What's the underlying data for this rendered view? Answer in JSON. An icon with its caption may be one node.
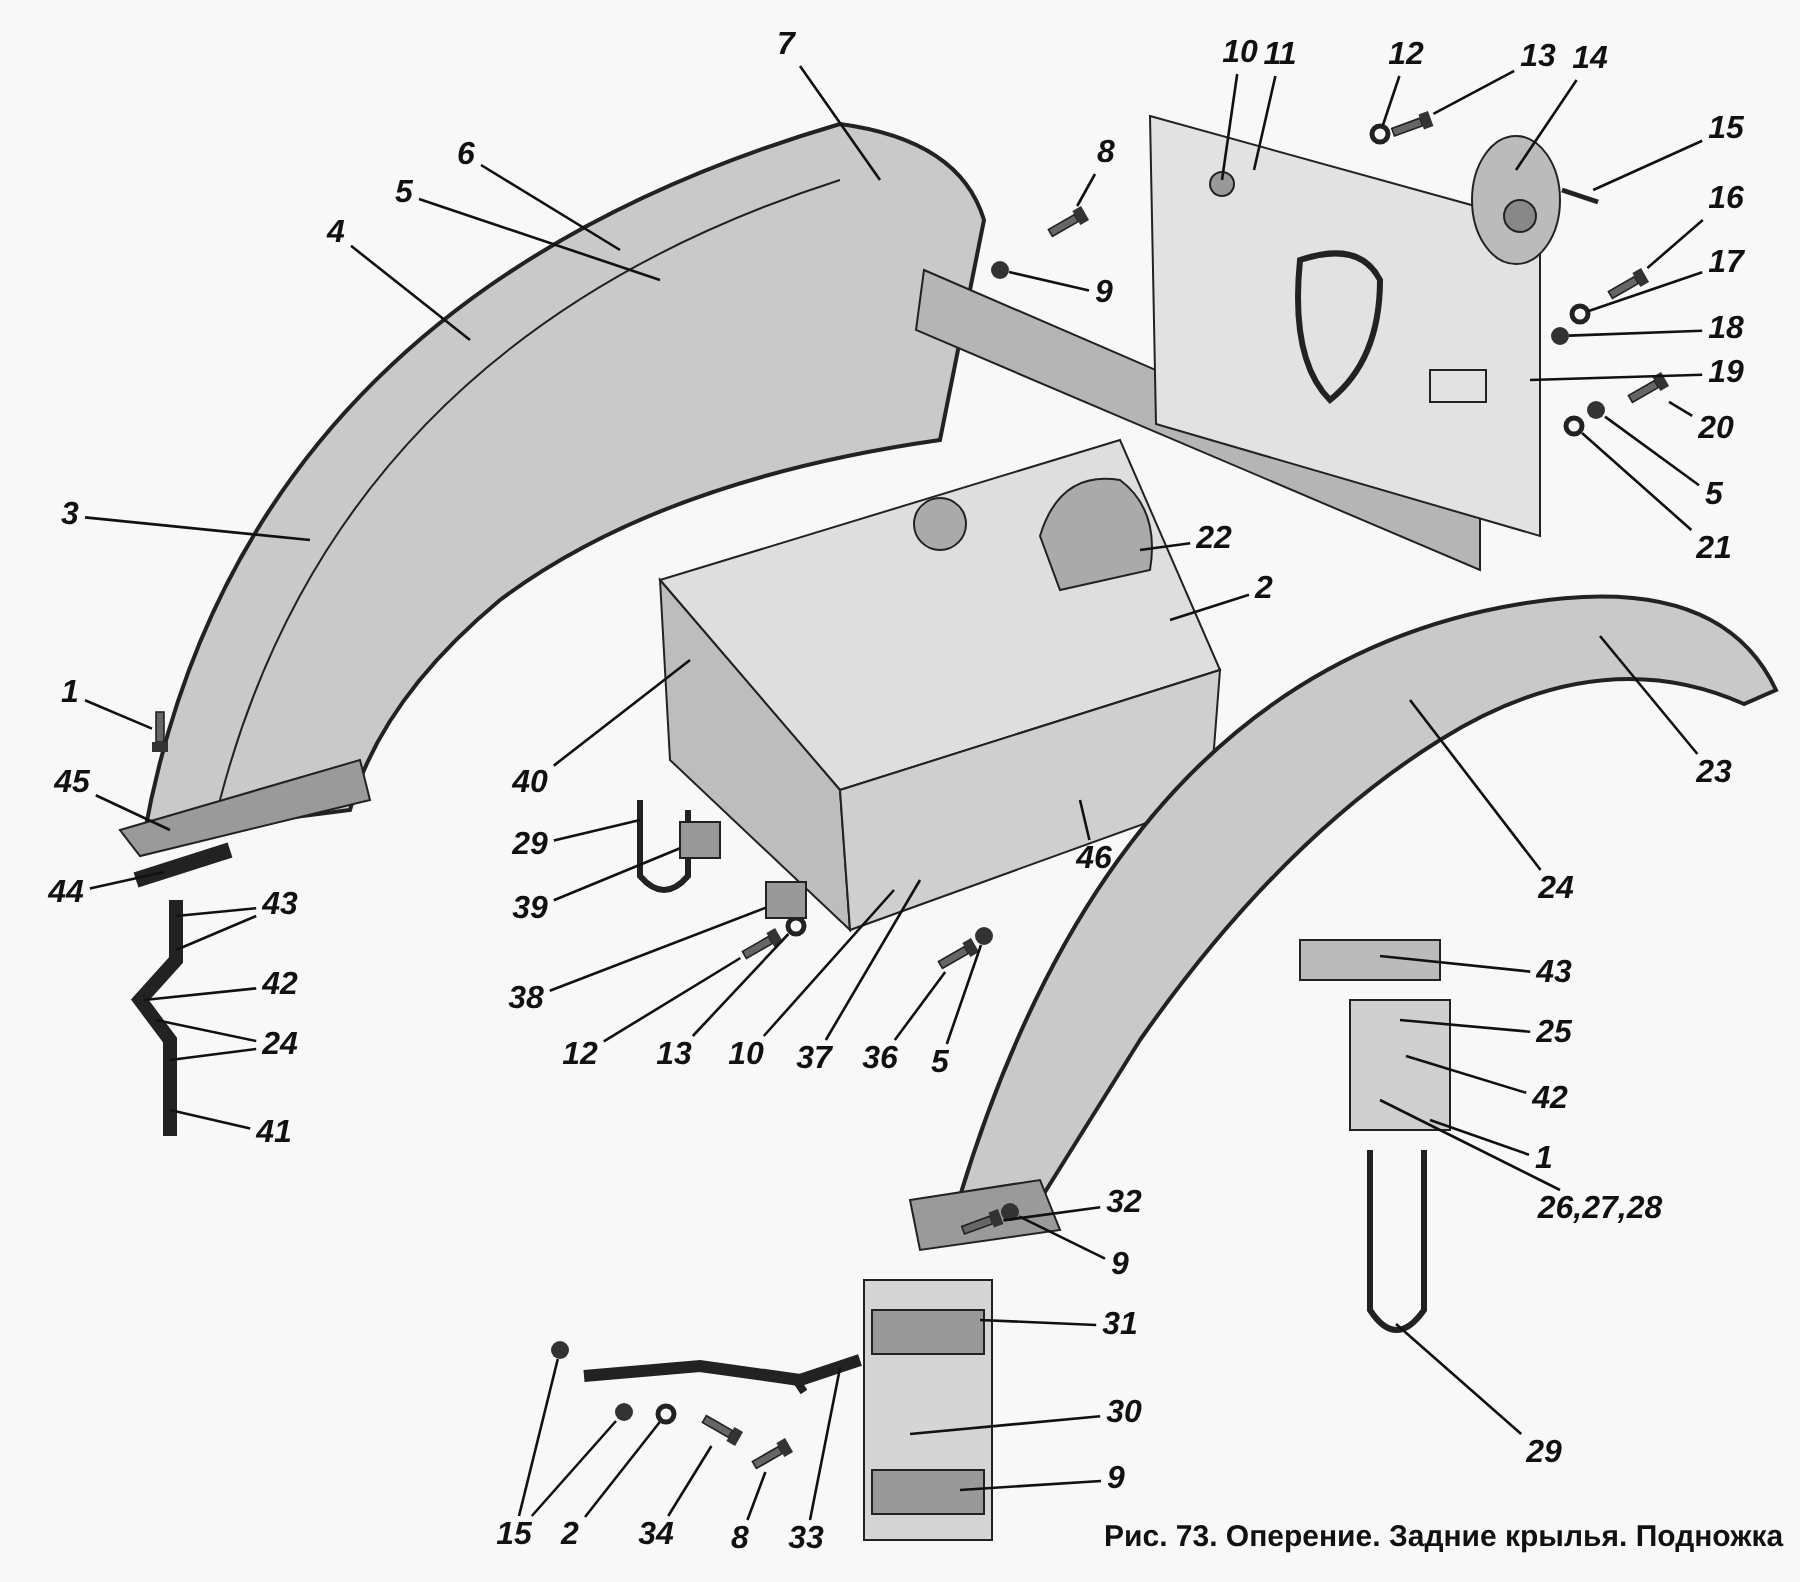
{
  "diagram": {
    "caption": "Рис. 73. Оперение. Задние крылья. Подножка",
    "nodes": [
      {
        "text": [
          "7"
        ]
      },
      {
        "text": [
          "10"
        ]
      },
      {
        "text": [
          "11"
        ]
      },
      {
        "text": [
          "12"
        ]
      },
      {
        "text": [
          "13"
        ]
      },
      {
        "text": [
          "14"
        ]
      },
      {
        "text": [
          "15"
        ]
      },
      {
        "text": [
          "8"
        ]
      },
      {
        "text": [
          "6"
        ]
      },
      {
        "text": [
          "5"
        ]
      },
      {
        "text": [
          "16"
        ]
      },
      {
        "text": [
          "4"
        ]
      },
      {
        "text": [
          "17"
        ]
      },
      {
        "text": [
          "9"
        ]
      },
      {
        "text": [
          "18"
        ]
      },
      {
        "text": [
          "19"
        ]
      },
      {
        "text": [
          "20"
        ]
      },
      {
        "text": [
          "5"
        ]
      },
      {
        "text": [
          "3"
        ]
      },
      {
        "text": [
          "22"
        ]
      },
      {
        "text": [
          "21"
        ]
      },
      {
        "text": [
          "2"
        ]
      },
      {
        "text": [
          "1"
        ]
      },
      {
        "text": [
          "23"
        ]
      },
      {
        "text": [
          "45"
        ]
      },
      {
        "text": [
          "40"
        ]
      },
      {
        "text": [
          "29"
        ]
      },
      {
        "text": [
          "46"
        ]
      },
      {
        "text": [
          "24"
        ]
      },
      {
        "text": [
          "44"
        ]
      },
      {
        "text": [
          "43"
        ]
      },
      {
        "text": [
          "39"
        ]
      },
      {
        "text": [
          "43"
        ]
      },
      {
        "text": [
          "42"
        ]
      },
      {
        "text": [
          "38"
        ]
      },
      {
        "text": [
          "25"
        ]
      },
      {
        "text": [
          "24"
        ]
      },
      {
        "text": [
          "12"
        ]
      },
      {
        "text": [
          "13"
        ]
      },
      {
        "text": [
          "10"
        ]
      },
      {
        "text": [
          "37"
        ]
      },
      {
        "text": [
          "36"
        ]
      },
      {
        "text": [
          "5"
        ]
      },
      {
        "text": [
          "42"
        ]
      },
      {
        "text": [
          "41"
        ]
      },
      {
        "text": [
          "1"
        ]
      },
      {
        "text": [
          "32"
        ]
      },
      {
        "text": [
          "26,27,28"
        ]
      },
      {
        "text": [
          "9"
        ]
      },
      {
        "text": [
          "31"
        ]
      },
      {
        "text": [
          "30"
        ]
      },
      {
        "text": [
          "29"
        ]
      },
      {
        "text": [
          "9"
        ]
      },
      {
        "text": [
          "15"
        ]
      },
      {
        "text": [
          "2"
        ]
      },
      {
        "text": [
          "34"
        ]
      },
      {
        "text": [
          "8"
        ]
      },
      {
        "text": [
          "33"
        ]
      },
      {
        "text": [],
        "shape": "picture"
      },
      {
        "text": [],
        "shape": "picture"
      },
      {
        "text": [],
        "shape": "picture"
      },
      {
        "text": [],
        "shape": "picture"
      },
      {
        "text": [],
        "shape": "picture"
      },
      {
        "text": [],
        "shape": "picture"
      },
      {
        "text": [],
        "shape": "picture"
      },
      {
        "text": [],
        "shape": "picture"
      },
      {
        "text": [],
        "shape": "picture"
      },
      {
        "text": [],
        "shape": "picture"
      },
      {
        "text": [],
        "shape": "picture"
      },
      {
        "text": [],
        "shape": "picture"
      },
      {
        "text": [],
        "shape": "box"
      },
      {
        "text": [],
        "shape": "circle"
      },
      {
        "text": [],
        "shape": "circle"
      },
      {
        "text": [],
        "shape": "box"
      },
      {
        "text": [],
        "shape": "box"
      },
      {
        "text": [],
        "shape": "box"
      },
      {
        "text": [],
        "shape": "circle"
      },
      {
        "text": [],
        "shape": "circle"
      },
      {
        "text": [],
        "shape": "box"
      },
      {
        "text": [],
        "shape": "circle"
      },
      {
        "text": [],
        "shape": "circle"
      },
      {
        "text": [],
        "shape": "box"
      },
      {
        "text": [],
        "shape": "box"
      },
      {
        "text": [],
        "shape": "circle"
      },
      {
        "text": [],
        "shape": "box"
      },
      {
        "text": [],
        "shape": "circle"
      },
      {
        "text": [],
        "shape": "box"
      },
      {
        "text": [],
        "shape": "box"
      },
      {
        "text": [],
        "shape": "box"
      },
      {
        "text": [],
        "shape": "box"
      },
      {
        "text": [],
        "shape": "circle"
      },
      {
        "text": [],
        "shape": "circle"
      },
      {
        "text": [],
        "shape": "circle"
      },
      {
        "text": [],
        "shape": "box"
      },
      {
        "text": [],
        "shape": "circle"
      }
    ],
    "edges": [
      {
        "from": 0,
        "to": 58,
        "arrow": "none"
      },
      {
        "from": 1,
        "to": 61,
        "arrow": "none"
      },
      {
        "from": 2,
        "to": 61,
        "arrow": "none"
      },
      {
        "from": 3,
        "to": 72,
        "arrow": "none"
      },
      {
        "from": 4,
        "to": 73,
        "arrow": "none"
      },
      {
        "from": 5,
        "to": 62,
        "arrow": "none"
      },
      {
        "from": 6,
        "to": 74,
        "arrow": "none"
      },
      {
        "from": 7,
        "to": 70,
        "arrow": "none"
      },
      {
        "from": 8,
        "to": 58,
        "arrow": "none"
      },
      {
        "from": 9,
        "to": 58,
        "arrow": "none"
      },
      {
        "from": 10,
        "to": 75,
        "arrow": "none"
      },
      {
        "from": 11,
        "to": 58,
        "arrow": "none"
      },
      {
        "from": 12,
        "to": 76,
        "arrow": "none"
      },
      {
        "from": 13,
        "to": 71,
        "arrow": "none"
      },
      {
        "from": 14,
        "to": 77,
        "arrow": "none"
      },
      {
        "from": 15,
        "to": 61,
        "arrow": "none"
      },
      {
        "from": 16,
        "to": 78,
        "arrow": "none"
      },
      {
        "from": 17,
        "to": 79,
        "arrow": "none"
      },
      {
        "from": 18,
        "to": 58,
        "arrow": "none"
      },
      {
        "from": 19,
        "to": 59,
        "arrow": "none"
      },
      {
        "from": 20,
        "to": 80,
        "arrow": "none"
      },
      {
        "from": 21,
        "to": 59,
        "arrow": "none"
      },
      {
        "from": 22,
        "to": 81,
        "arrow": "none"
      },
      {
        "from": 23,
        "to": 63,
        "arrow": "none"
      },
      {
        "from": 24,
        "to": 58,
        "arrow": "none"
      },
      {
        "from": 25,
        "to": 59,
        "arrow": "none"
      },
      {
        "from": 26,
        "to": 69,
        "arrow": "none"
      },
      {
        "from": 27,
        "to": 59,
        "arrow": "none"
      },
      {
        "from": 28,
        "to": 63,
        "arrow": "none"
      },
      {
        "from": 29,
        "to": 67,
        "arrow": "none"
      },
      {
        "from": 30,
        "to": 67,
        "arrow": "none"
      },
      {
        "from": 30,
        "to": 67,
        "arrow": "none"
      },
      {
        "from": 31,
        "to": 86,
        "arrow": "none"
      },
      {
        "from": 32,
        "to": 64,
        "arrow": "none"
      },
      {
        "from": 33,
        "to": 67,
        "arrow": "none"
      },
      {
        "from": 34,
        "to": 87,
        "arrow": "none"
      },
      {
        "from": 35,
        "to": 64,
        "arrow": "none"
      },
      {
        "from": 36,
        "to": 67,
        "arrow": "none"
      },
      {
        "from": 36,
        "to": 67,
        "arrow": "none"
      },
      {
        "from": 37,
        "to": 82,
        "arrow": "none"
      },
      {
        "from": 38,
        "to": 83,
        "arrow": "none"
      },
      {
        "from": 39,
        "to": 59,
        "arrow": "none"
      },
      {
        "from": 40,
        "to": 59,
        "arrow": "none"
      },
      {
        "from": 41,
        "to": 84,
        "arrow": "none"
      },
      {
        "from": 42,
        "to": 85,
        "arrow": "none"
      },
      {
        "from": 43,
        "to": 64,
        "arrow": "none"
      },
      {
        "from": 44,
        "to": 67,
        "arrow": "none"
      },
      {
        "from": 45,
        "to": 64,
        "arrow": "none"
      },
      {
        "from": 46,
        "to": 93,
        "arrow": "none"
      },
      {
        "from": 47,
        "to": 64,
        "arrow": "none"
      },
      {
        "from": 48,
        "to": 94,
        "arrow": "none"
      },
      {
        "from": 49,
        "to": 65,
        "arrow": "none"
      },
      {
        "from": 50,
        "to": 65,
        "arrow": "none"
      },
      {
        "from": 51,
        "to": 68,
        "arrow": "none"
      },
      {
        "from": 52,
        "to": 65,
        "arrow": "none"
      },
      {
        "from": 53,
        "to": 91,
        "arrow": "none"
      },
      {
        "from": 53,
        "to": 92,
        "arrow": "none"
      },
      {
        "from": 54,
        "to": 90,
        "arrow": "none"
      },
      {
        "from": 55,
        "to": 89,
        "arrow": "none"
      },
      {
        "from": 56,
        "to": 88,
        "arrow": "none"
      },
      {
        "from": 57,
        "to": 66,
        "arrow": "none"
      }
    ]
  }
}
